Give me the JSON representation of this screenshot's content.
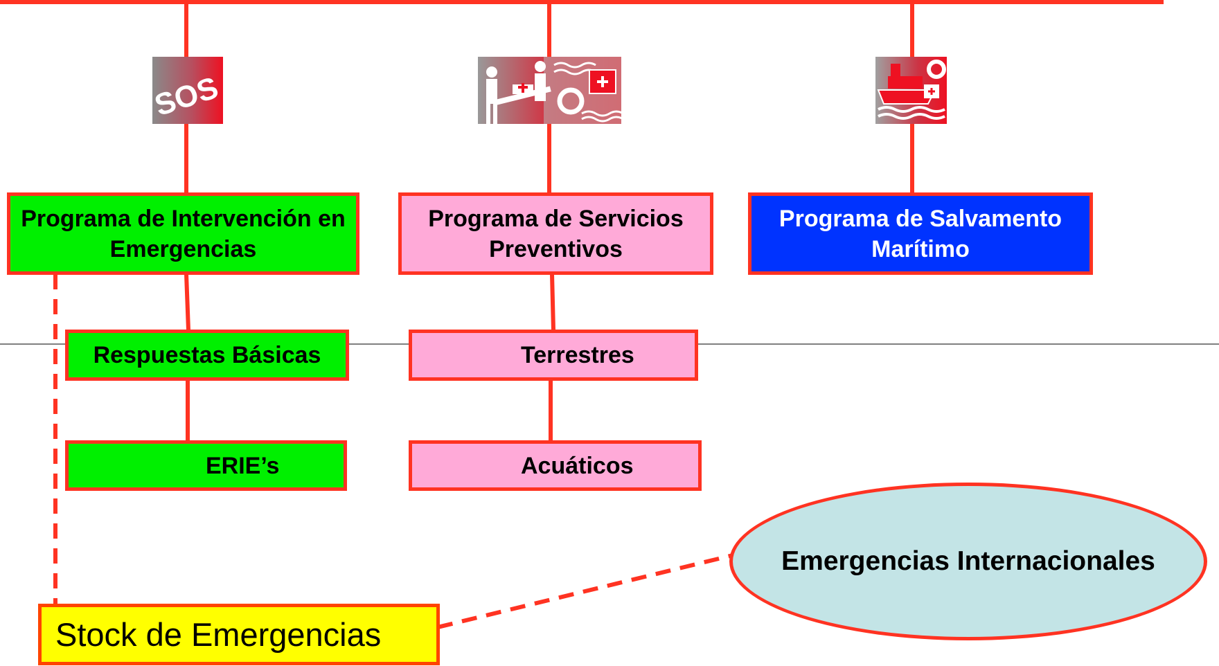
{
  "programs": [
    {
      "label": "Programa de Intervención en Emergencias",
      "icon": "sos-icon",
      "color": "#00f000"
    },
    {
      "label": "Programa de Servicios Preventivos",
      "icon": "first-aid-stretcher-icon",
      "color": "#ffaad8"
    },
    {
      "label": "Programa de Salvamento Marítimo",
      "icon": "rescue-ship-icon",
      "color": "#0033ff"
    }
  ],
  "subprograms": {
    "intervencion": [
      "Respuestas Básicas",
      "ERIE’s"
    ],
    "preventivos": [
      "Terrestres",
      "Acuáticos"
    ]
  },
  "stock": "Stock de Emergencias",
  "international": "Emergencias Internacionales",
  "icon_text": {
    "sos": "SOS"
  },
  "colors": {
    "connector": "#ff3322",
    "divider": "#555555",
    "international_fill": "#c3e4e6",
    "stock_fill": "#ffff00"
  }
}
